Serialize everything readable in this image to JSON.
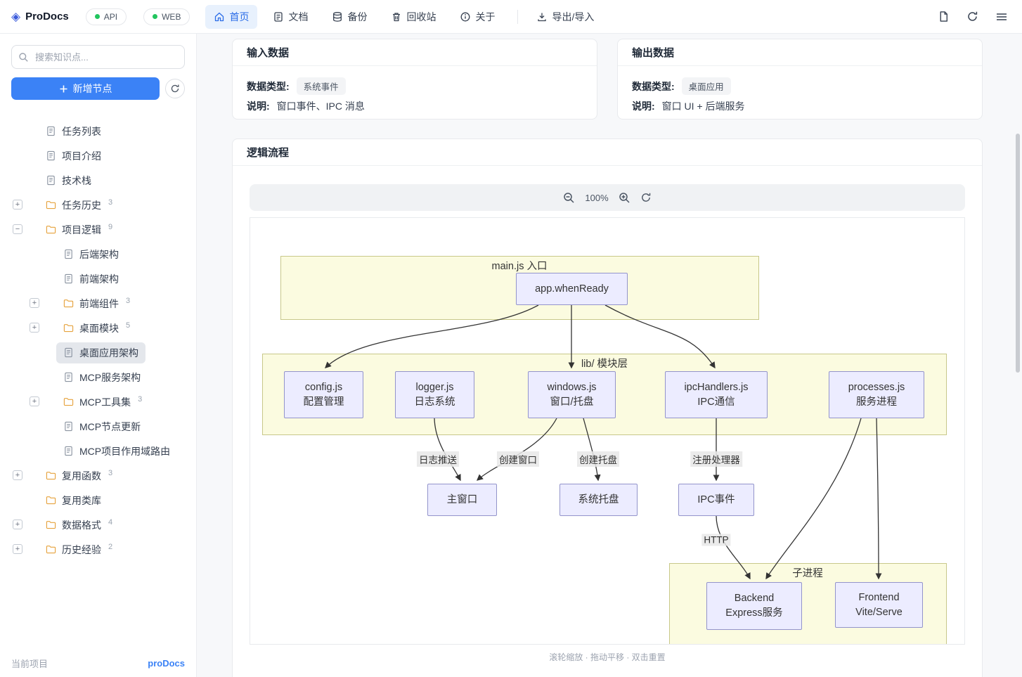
{
  "topbar": {
    "logo_glyph": "◈",
    "logo": "ProDocs",
    "badges": [
      {
        "label": "API"
      },
      {
        "label": "WEB"
      }
    ],
    "nav": [
      {
        "label": "首页"
      },
      {
        "label": "文档"
      },
      {
        "label": "备份"
      },
      {
        "label": "回收站"
      },
      {
        "label": "关于"
      }
    ],
    "export_import": "导出/导入"
  },
  "sidebar": {
    "search_placeholder": "搜索知识点...",
    "add_node": "新增节点",
    "expander_collapsed": "+",
    "expander_expanded": "−",
    "tree": [
      {
        "label": "任务列表",
        "type": "doc"
      },
      {
        "label": "项目介绍",
        "type": "doc"
      },
      {
        "label": "技术栈",
        "type": "doc"
      },
      {
        "label": "任务历史",
        "type": "folder",
        "count": "3"
      },
      {
        "label": "项目逻辑",
        "type": "folder",
        "count": "9"
      },
      {
        "label": "后端架构",
        "type": "doc"
      },
      {
        "label": "前端架构",
        "type": "doc"
      },
      {
        "label": "前端组件",
        "type": "folder",
        "count": "3"
      },
      {
        "label": "桌面模块",
        "type": "folder",
        "count": "5"
      },
      {
        "label": "桌面应用架构",
        "type": "doc",
        "selected": true
      },
      {
        "label": "MCP服务架构",
        "type": "doc"
      },
      {
        "label": "MCP工具集",
        "type": "folder",
        "count": "3"
      },
      {
        "label": "MCP节点更新",
        "type": "doc"
      },
      {
        "label": "MCP项目作用域路由",
        "type": "doc"
      },
      {
        "label": "复用函数",
        "type": "folder",
        "count": "3"
      },
      {
        "label": "复用类库",
        "type": "folder"
      },
      {
        "label": "数据格式",
        "type": "folder",
        "count": "4"
      },
      {
        "label": "历史经验",
        "type": "folder",
        "count": "2"
      }
    ],
    "footer_label": "当前项目",
    "footer_project": "proDocs"
  },
  "main": {
    "input_card": {
      "title": "输入数据",
      "type_label": "数据类型:",
      "type_value": "系统事件",
      "desc_label": "说明:",
      "desc_value": "窗口事件、IPC 消息"
    },
    "output_card": {
      "title": "输出数据",
      "type_label": "数据类型:",
      "type_value": "桌面应用",
      "desc_label": "说明:",
      "desc_value": "窗口 UI + 后端服务"
    },
    "flow_card": {
      "title": "逻辑流程",
      "zoom_level": "100%",
      "hint": "滚轮缩放 · 拖动平移 · 双击重置"
    }
  },
  "flowchart": {
    "groups": {
      "entry": "main.js 入口",
      "lib": "lib/ 模块层",
      "child": "子进程"
    },
    "nodes": {
      "whenready": "app.whenReady",
      "config1": "config.js",
      "config2": "配置管理",
      "logger1": "logger.js",
      "logger2": "日志系统",
      "windows1": "windows.js",
      "windows2": "窗口/托盘",
      "ipc1": "ipcHandlers.js",
      "ipc2": "IPC通信",
      "processes1": "processes.js",
      "processes2": "服务进程",
      "mainwin": "主窗口",
      "tray": "系统托盘",
      "ipcevent": "IPC事件",
      "backend1": "Backend",
      "backend2": "Express服务",
      "frontend1": "Frontend",
      "frontend2": "Vite/Serve"
    },
    "edge_labels": {
      "log_push": "日志推送",
      "create_window": "创建窗口",
      "create_tray": "创建托盘",
      "register_handler": "注册处理器",
      "http": "HTTP"
    },
    "colors": {
      "node_bg": "#ececff",
      "node_border": "#9394cb",
      "group_bg": "#fbfbe0",
      "group_border": "#c8c88a",
      "accent": "#3b82f6"
    }
  }
}
